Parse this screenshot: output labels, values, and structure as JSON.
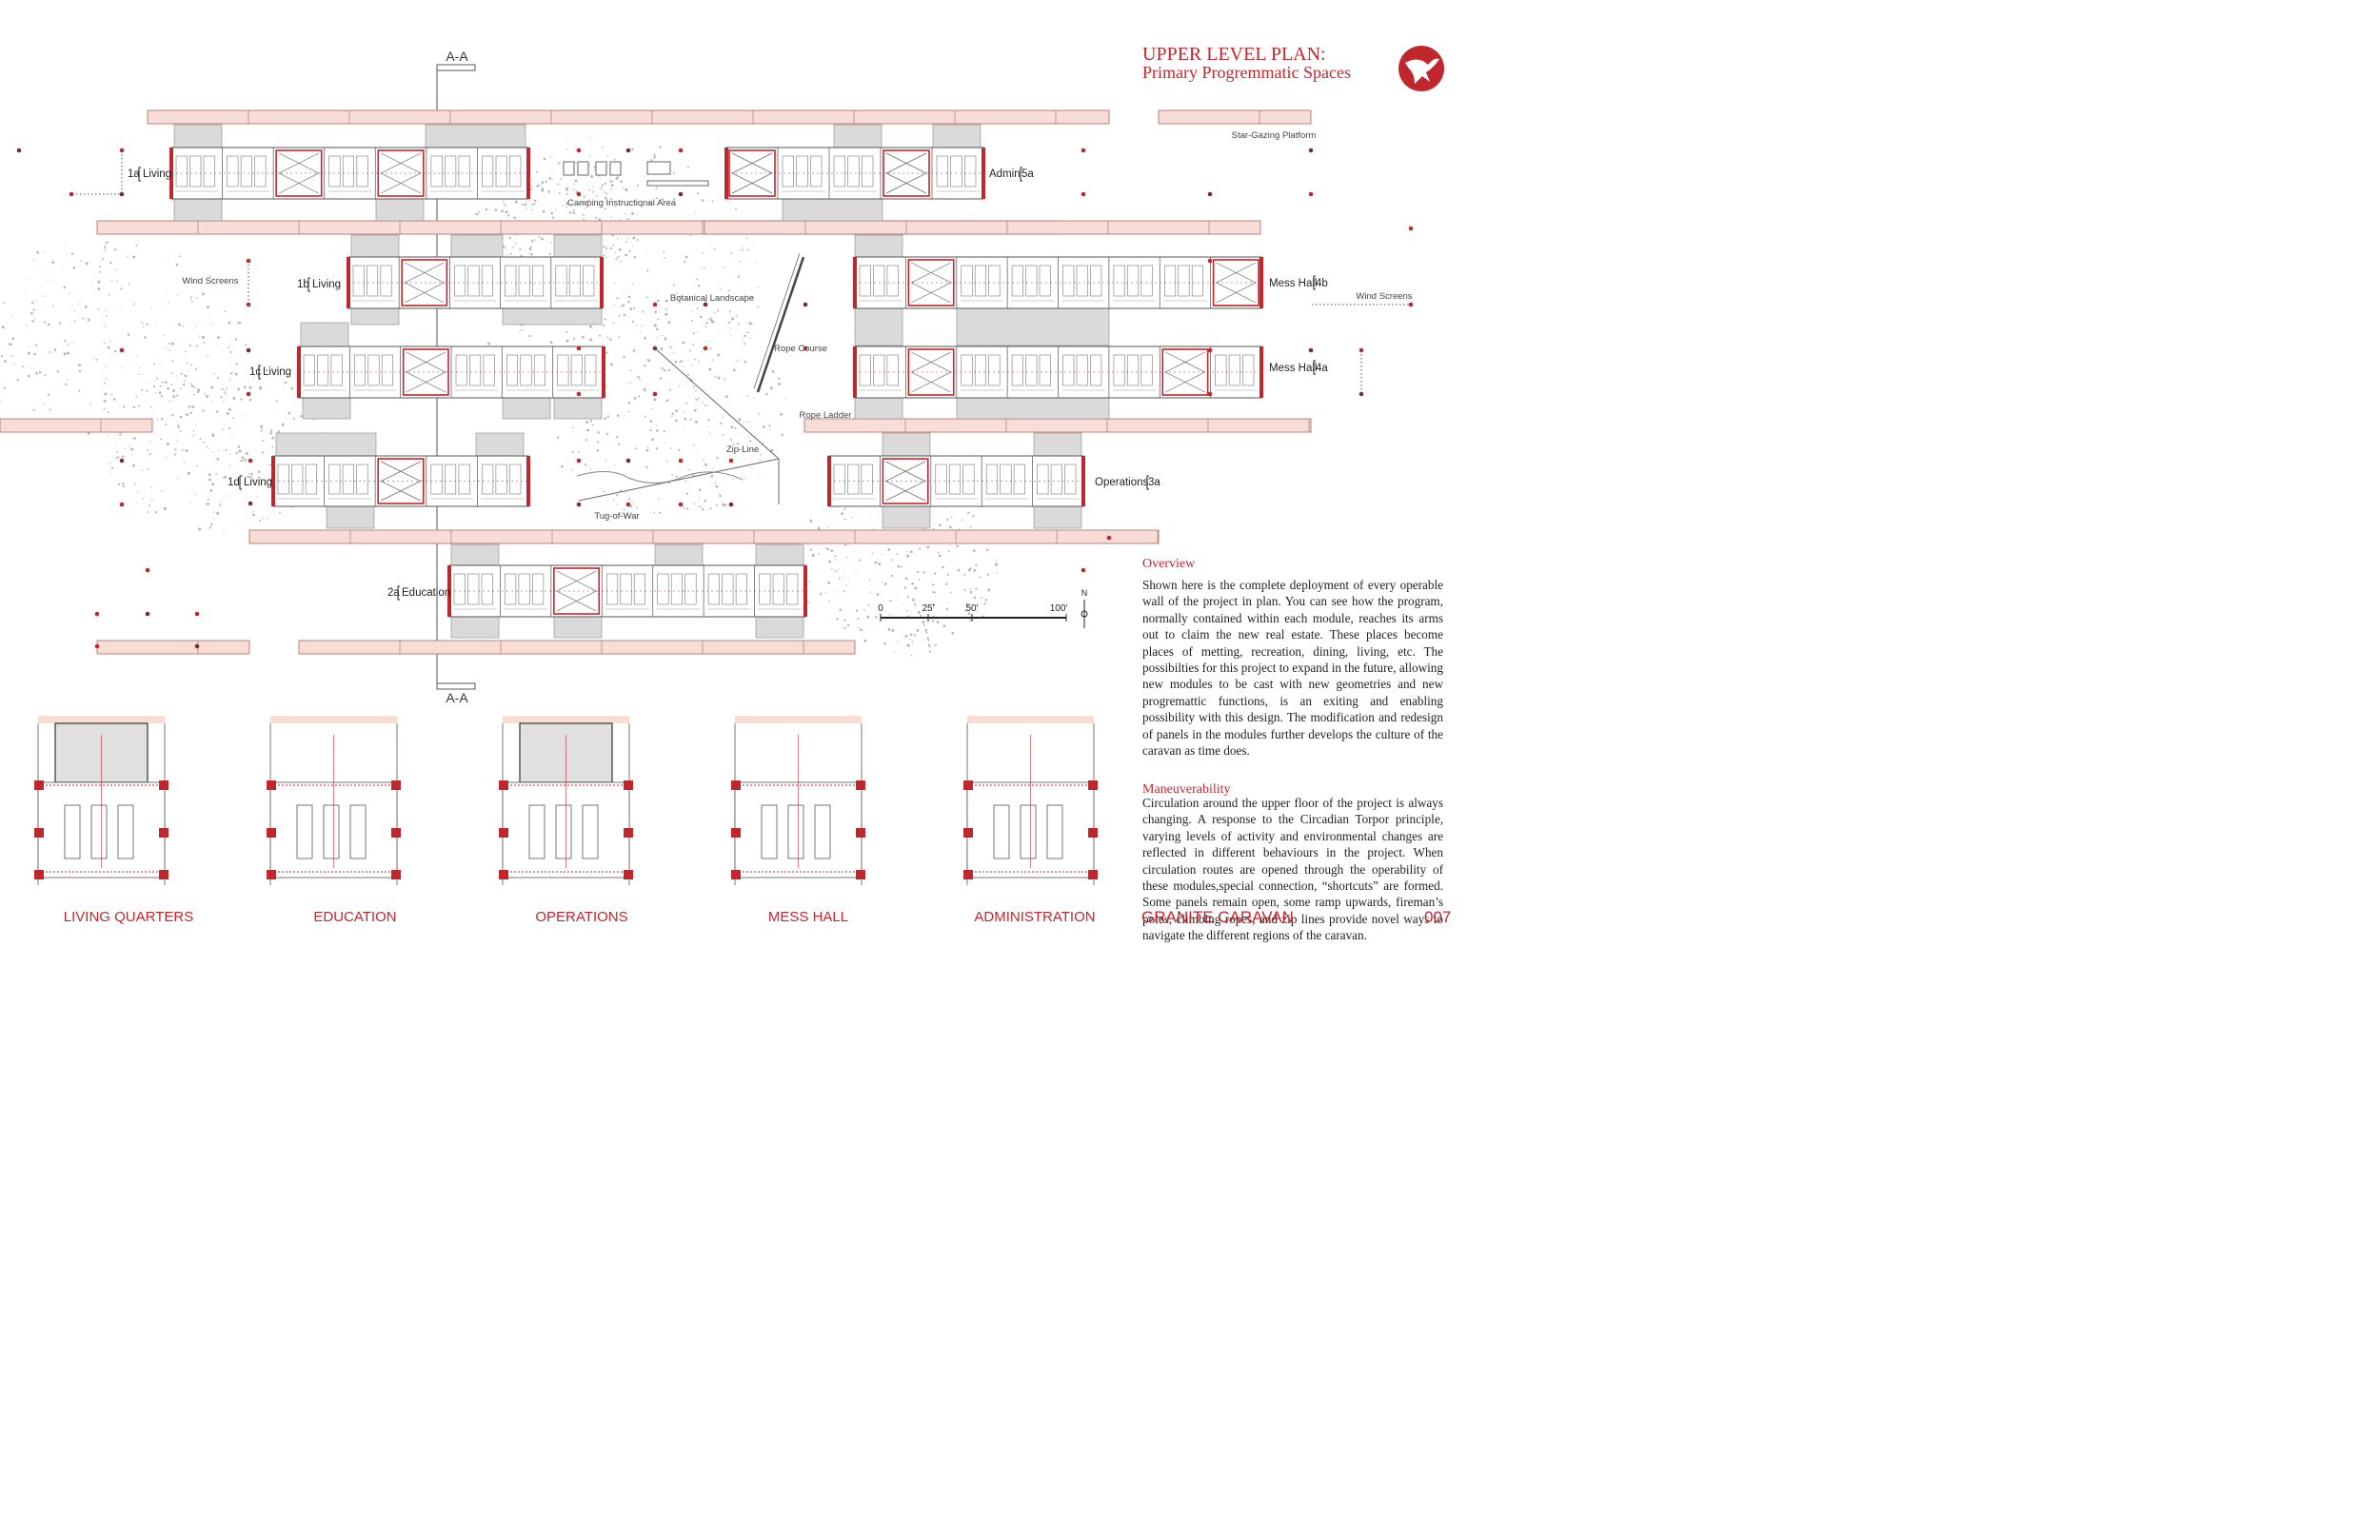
{
  "header": {
    "title": "UPPER LEVEL PLAN:",
    "subtitle": "Primary Progremmatic Spaces"
  },
  "section_marks": {
    "top": "A-A",
    "bottom": "A-A"
  },
  "modules": {
    "living_1a": {
      "code": "1a",
      "name": "Living"
    },
    "living_1b": {
      "code": "1b",
      "name": "Living"
    },
    "living_1c": {
      "code": "1c",
      "name": "Living"
    },
    "living_1d": {
      "code": "1d",
      "name": "Living"
    },
    "education_2a": {
      "code": "2a",
      "name": "Education"
    },
    "admin_5a": {
      "name": "Admin",
      "code": "5a"
    },
    "mess_4b": {
      "name": "Mess Hall",
      "code": "4b"
    },
    "mess_4a": {
      "name": "Mess Hall",
      "code": "4a"
    },
    "operations_3a": {
      "name": "Operations",
      "code": "3a"
    }
  },
  "annotations": {
    "star_gazing": "Star-Gazing Platform",
    "camping": "Camping Instructional Area",
    "wind_left": "Wind Screens",
    "wind_right": "Wind Screens",
    "botanical": "Botanical Landscape",
    "rope_course": "Rope Course",
    "rope_ladder": "Rope Ladder",
    "zip_line": "Zip-Line",
    "tug_of_war": "Tug-of-War"
  },
  "scale_bar": {
    "labels": [
      "0",
      "25'",
      "50'",
      "100'"
    ],
    "north": "N"
  },
  "overview": {
    "title": "Overview",
    "body": "Shown here is the complete deployment of every operable wall of the project in plan. You can see how the program, normally contained within each module, reaches its arms out to claim the new real estate. These places become places of metting, recreation, dining, living, etc. The possibilties for this project to expand in the future, allowing new modules to be cast with new geometries and new progremattic functions, is an exiting and enabling possibility with this design. The modification and redesign of panels in the modules further develops the culture of the caravan as time does."
  },
  "maneuverability": {
    "title": "Maneuverability",
    "body": "Circulation around the upper floor of the project is always changing. A response to the Circadian Torpor principle, varying levels of activity and environmental changes are reflected in different behaviours in the project. When circulation routes are opened through the operability of these modules,special connection, “shortcuts” are formed. Some panels remain open, some ramp upwards, fireman’s poles, climbing ropes, and zip lines provide novel ways to navigate the different regions of the caravan."
  },
  "details": [
    {
      "caption": "LIVING QUARTERS"
    },
    {
      "caption": "EDUCATION"
    },
    {
      "caption": "OPERATIONS"
    },
    {
      "caption": "MESS HALL"
    },
    {
      "caption": "ADMINISTRATION"
    }
  ],
  "footer": {
    "project": "GRANITE CARAVAN",
    "page": "007"
  },
  "colors": {
    "accent": "#c0272d",
    "deck": "#f8dcd6",
    "deck_stroke": "#a56a63",
    "grey_panel": "#dadada"
  }
}
